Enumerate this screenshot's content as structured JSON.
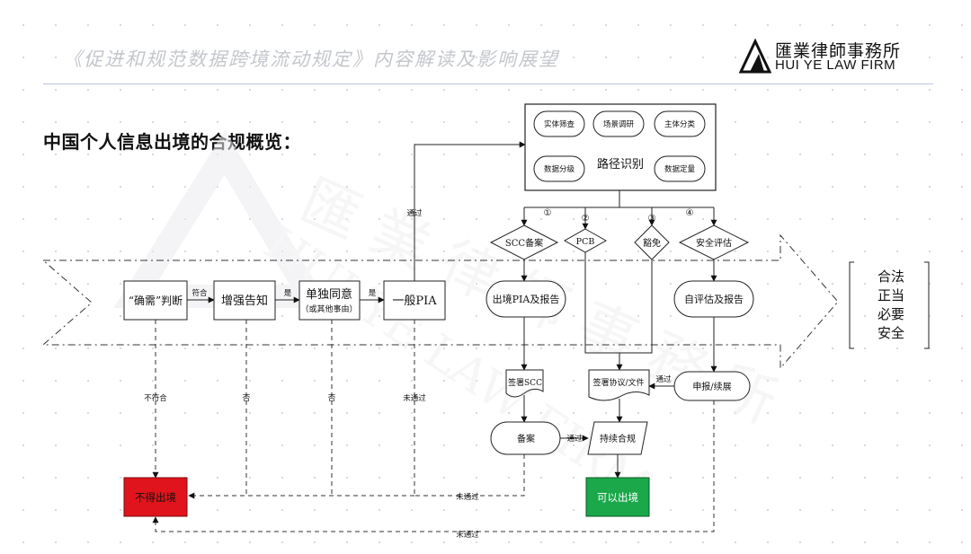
{
  "header": {
    "title": "《促进和规范数据跨境流动规定》内容解读及影响展望",
    "logo_cn": "匯業律師事務所",
    "logo_en": "HUI YE LAW FIRM"
  },
  "section_title": "中国个人信息出境的合规概览：",
  "nodes": {
    "necessity": "“确需”判断",
    "notice": "增强告知",
    "consent_main": "单独同意",
    "consent_sub": "（或其他事由）",
    "pia": "一般PIA",
    "path_id": "路径识别",
    "entity_check": "实体筛查",
    "scene_review": "场景调研",
    "subject_class": "主体分类",
    "data_grading": "数据分级",
    "data_confirm": "数据定量",
    "scc_filing": "SCC备案",
    "pcb": "PCB",
    "exempt": "豁免",
    "security_assess": "安全评估",
    "outbound_pia": "出境PIA及报告",
    "self_assess": "自评估及报告",
    "sign_scc": "签署SCC",
    "sign_agreement": "签署协议/文件",
    "apply_renew": "申报/续展",
    "filing": "备案",
    "continuous": "持续合规",
    "no_export": "不得出境",
    "can_export": "可以出境"
  },
  "path_numbers": [
    "①",
    "②",
    "③",
    "④"
  ],
  "edges": {
    "conform": "符合",
    "yes1": "是",
    "yes2": "是",
    "pass_pia": "通过",
    "not_conform": "不符合",
    "no1": "否",
    "no2": "否",
    "fail_pia": "未通过",
    "pass_apply": "通过",
    "pass_filing": "通过",
    "fail_filing": "未通过",
    "fail_apply": "未通过"
  },
  "side_words": [
    "合法",
    "正当",
    "必要",
    "安全"
  ],
  "colors": {
    "no_export_fill": "#e0141c",
    "can_export_fill": "#1aa84a",
    "header_rule": "#b8c6dc",
    "watermark": "#e9e9ec"
  }
}
